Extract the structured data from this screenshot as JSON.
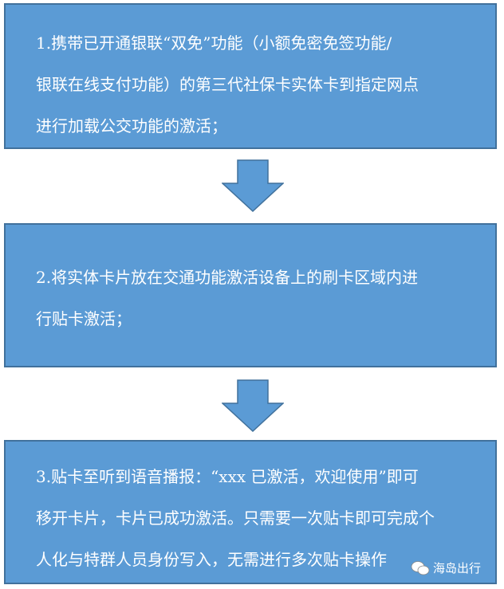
{
  "steps": [
    {
      "lines": [
        "1.携带已开通银联“双免”功能（小额免密免签功能/",
        "银联在线支付功能）的第三代社保卡实体卡到指定网点",
        "进行加载公交功能的激活；"
      ]
    },
    {
      "lines": [
        "2.将实体卡片放在交通功能激活设备上的刷卡区域内进",
        "行贴卡激活；"
      ]
    },
    {
      "lines": [
        "3.贴卡至听到语音播报：“xxx 已激活，欢迎使用”即可",
        "移开卡片，卡片已成功激活。只需要一次贴卡即可完成个",
        "人化与特群人员身份写入，无需进行多次贴卡操作"
      ]
    }
  ],
  "watermark": {
    "text": "海岛出行",
    "icon": "wechat-icon"
  },
  "colors": {
    "box": "#5b9bd5",
    "border": "#41719c"
  }
}
